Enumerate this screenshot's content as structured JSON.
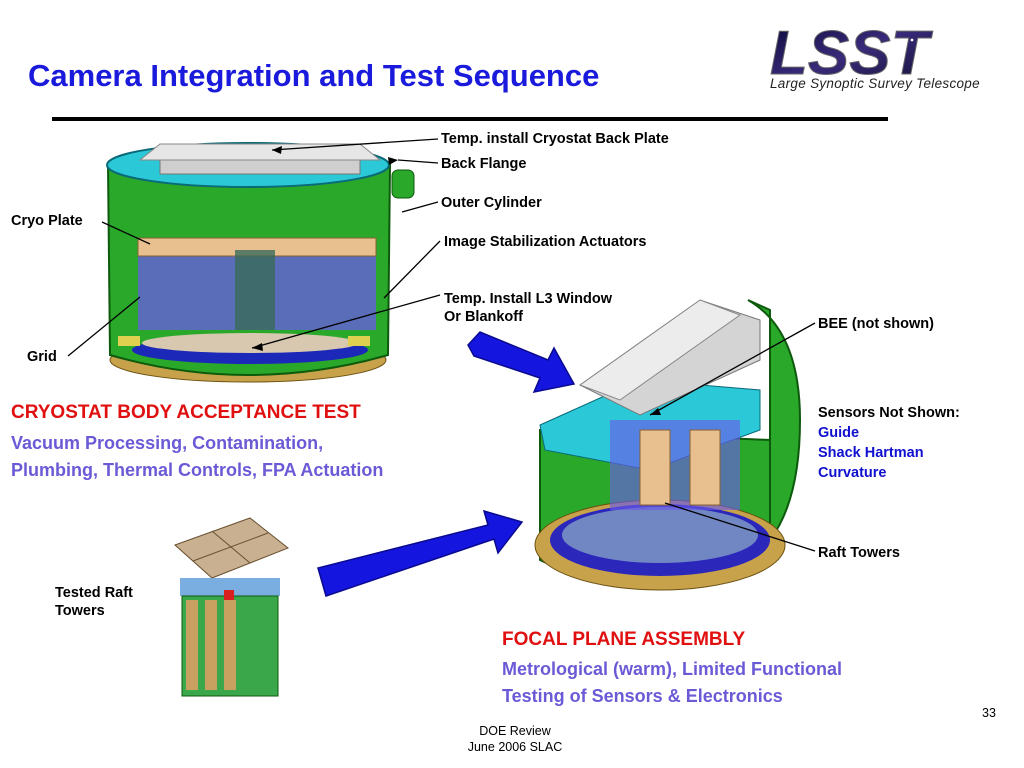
{
  "slide": {
    "title": "Camera Integration and Test Sequence",
    "logo_text": "LSST",
    "logo_subtitle": "Large Synoptic Survey Telescope",
    "page_number": "33",
    "footer_line1": "DOE  Review",
    "footer_line2": "June 2006 SLAC"
  },
  "callouts": {
    "back_plate": "Temp. install Cryostat Back Plate",
    "back_flange": "Back Flange",
    "outer_cylinder": "Outer Cylinder",
    "cryo_plate": "Cryo Plate",
    "isa": "Image Stabilization Actuators",
    "l3_window_1": "Temp. Install L3 Window",
    "l3_window_2": "Or Blankoff",
    "grid": "Grid",
    "bee": "BEE (not shown)",
    "raft_towers": "Raft Towers",
    "tested_raft_1": "Tested Raft",
    "tested_raft_2": "Towers"
  },
  "cryostat_section": {
    "heading": "CRYOSTAT BODY ACCEPTANCE TEST",
    "line1": "Vacuum Processing, Contamination,",
    "line2": "Plumbing, Thermal Controls, FPA Actuation"
  },
  "sensors": {
    "heading": "Sensors Not Shown:",
    "items": [
      "Guide",
      "Shack Hartman",
      "Curvature"
    ]
  },
  "fpa_section": {
    "heading": "FOCAL PLANE ASSEMBLY",
    "line1": "Metrological (warm), Limited Functional",
    "line2": "Testing of Sensors & Electronics"
  },
  "colors": {
    "title_blue": "#1a1adc",
    "heading_red": "#e01010",
    "subtext_purple": "#6a5ad6",
    "sensor_blue": "#1010d0",
    "arrow_blue": "#1515e0"
  }
}
